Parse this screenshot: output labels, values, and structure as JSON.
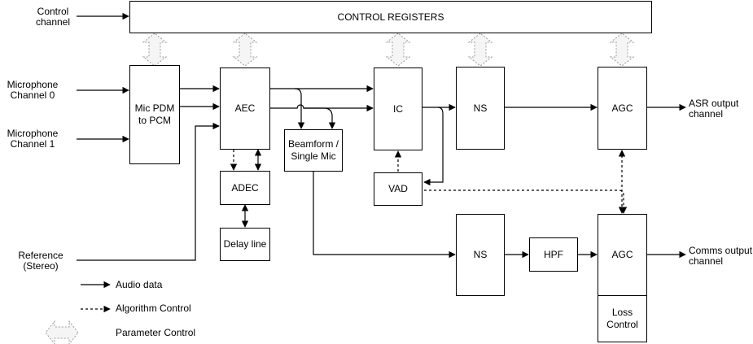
{
  "inputs": {
    "control_channel": [
      "Control",
      "channel"
    ],
    "mic_ch0": [
      "Microphone",
      "Channel 0"
    ],
    "mic_ch1": [
      "Microphone",
      "Channel 1"
    ],
    "reference": [
      "Reference",
      "(Stereo)"
    ]
  },
  "outputs": {
    "asr": [
      "ASR output",
      "channel"
    ],
    "comms": [
      "Comms output",
      "channel"
    ]
  },
  "blocks": {
    "control_registers": "CONTROL REGISTERS",
    "mic_pdm": [
      "Mic PDM",
      "to PCM"
    ],
    "aec": "AEC",
    "adec": "ADEC",
    "delay_line": "Delay line",
    "beamform": [
      "Beamform /",
      "Single Mic"
    ],
    "ic": "IC",
    "vad": "VAD",
    "ns_top": "NS",
    "agc_top": "AGC",
    "ns_bottom": "NS",
    "hpf": "HPF",
    "agc_bottom": "AGC",
    "loss_control": [
      "Loss",
      "Control"
    ]
  },
  "legend": {
    "audio": "Audio data",
    "algorithm": "Algorithm Control",
    "parameter": "Parameter Control"
  }
}
